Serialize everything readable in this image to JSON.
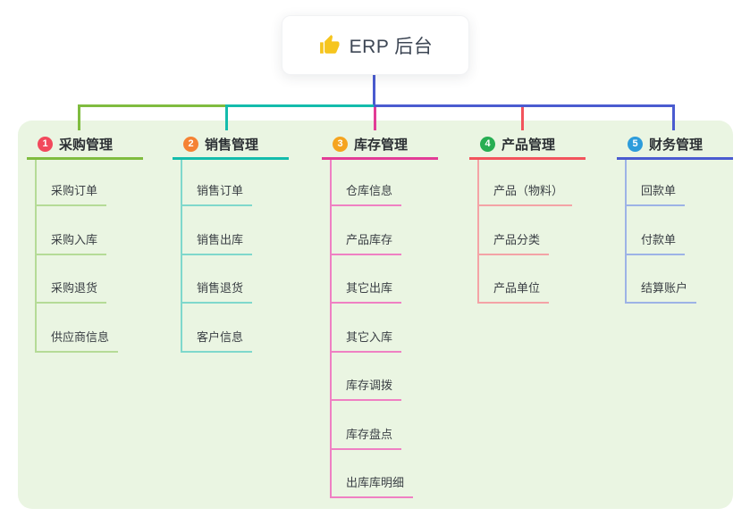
{
  "root": {
    "label": "ERP 后台",
    "icon": "thumbs-up-icon",
    "icon_color": "#f6c51e",
    "line_color": "#4a5bd0",
    "card_bg": "#ffffff"
  },
  "canvas": {
    "page_bg": "#ffffff",
    "panel_bg": "#eaf5e2"
  },
  "branches": [
    {
      "badge": "1",
      "badge_color": "#f2495c",
      "label": "采购管理",
      "line_strong": "#7fbc3f",
      "line_light": "#b5db97",
      "children": [
        "采购订单",
        "采购入库",
        "采购退货",
        "供应商信息"
      ]
    },
    {
      "badge": "2",
      "badge_color": "#f58233",
      "label": "销售管理",
      "line_strong": "#14bcac",
      "line_light": "#7fd8cc",
      "children": [
        "销售订单",
        "销售出库",
        "销售退货",
        "客户信息"
      ]
    },
    {
      "badge": "3",
      "badge_color": "#f5a41f",
      "label": "库存管理",
      "line_strong": "#e23c96",
      "line_light": "#ef80c3",
      "children": [
        "仓库信息",
        "产品库存",
        "其它出库",
        "其它入库",
        "库存调拨",
        "库存盘点",
        "出库库明细"
      ]
    },
    {
      "badge": "4",
      "badge_color": "#27ae52",
      "label": "产品管理",
      "line_strong": "#f2535c",
      "line_light": "#f4a3a6",
      "children": [
        "产品（物料）",
        "产品分类",
        "产品单位"
      ]
    },
    {
      "badge": "5",
      "badge_color": "#2d9cdb",
      "label": "财务管理",
      "line_strong": "#4a5bd0",
      "line_light": "#9db3e6",
      "children": [
        "回款单",
        "付款单",
        "结算账户"
      ]
    }
  ]
}
